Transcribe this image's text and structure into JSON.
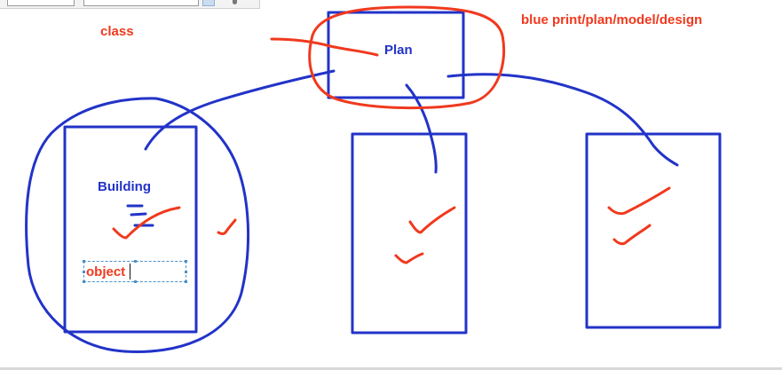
{
  "labels": {
    "class": "class",
    "blueprint": "blue print/plan/model/design",
    "plan": "Plan",
    "building": "Building",
    "object": "object"
  },
  "colors": {
    "ink_blue": "#2233c8",
    "ink_red": "#f0391e",
    "selection": "#4a90c8",
    "background": "#ffffff"
  },
  "toolbar": {
    "icons": [
      "text-field",
      "text-field",
      "color-swatch",
      "tool-icon"
    ]
  }
}
